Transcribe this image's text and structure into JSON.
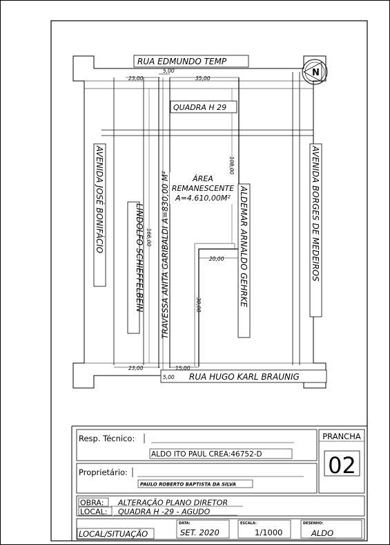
{
  "streets": {
    "top": "RUA EDMUNDO TEMP",
    "bottom": "RUA HUGO KARL BRAUNIG",
    "left_avenue": "AVENIDA JOSÉ BONIFÁCIO",
    "right_avenue": "AVENIDA BORGES DE MEDEIROS",
    "lindolfo": "LINDOLFO SCHIEFFELBEIN",
    "travessa": "TRAVESSA ANITA GARIBALDI A=830,00 M²",
    "aldemar": "ALDEMAR ARNALDO GEHRKE"
  },
  "block": {
    "name": "QUADRA H 29",
    "area_line1": "ÁREA",
    "area_line2": "REMANESCENTE",
    "area_line3": "A=4.610,00M²"
  },
  "north_label": "N",
  "dimensions": {
    "top_left": "23,00",
    "top_mid": "5,00",
    "top_right": "35,00",
    "bottom_left": "23,00",
    "bottom_mid": "15,00",
    "bottom_small": "5,00",
    "vert_left": "166,00",
    "vert_right": "108,00",
    "step_horizontal": "20,00",
    "step_vertical": "30,00"
  },
  "title_block": {
    "resp_label": "Resp. Técnico:",
    "resp_value": "ALDO ITO PAUL CREA:46752-D",
    "prancha_label": "PRANCHA",
    "prancha_number": "02",
    "owner_label": "Proprietário:",
    "owner_value": "PAULO ROBERTO BAPTISTA DA SILVA",
    "obra_label": "OBRA:",
    "obra_value": "ALTERAÇÃO PLANO DIRETOR",
    "local_label": "LOCAL:",
    "local_value": "QUADRA H -29 - AGUDO",
    "sheet_title": "LOCAL/SITUAÇÃO",
    "data_label": "DATA:",
    "data_value": "SET. 2020",
    "escala_label": "ESCALA:",
    "escala_value": "1/1000",
    "desenho_label": "DESENHO:",
    "desenho_value": "ALDO"
  }
}
